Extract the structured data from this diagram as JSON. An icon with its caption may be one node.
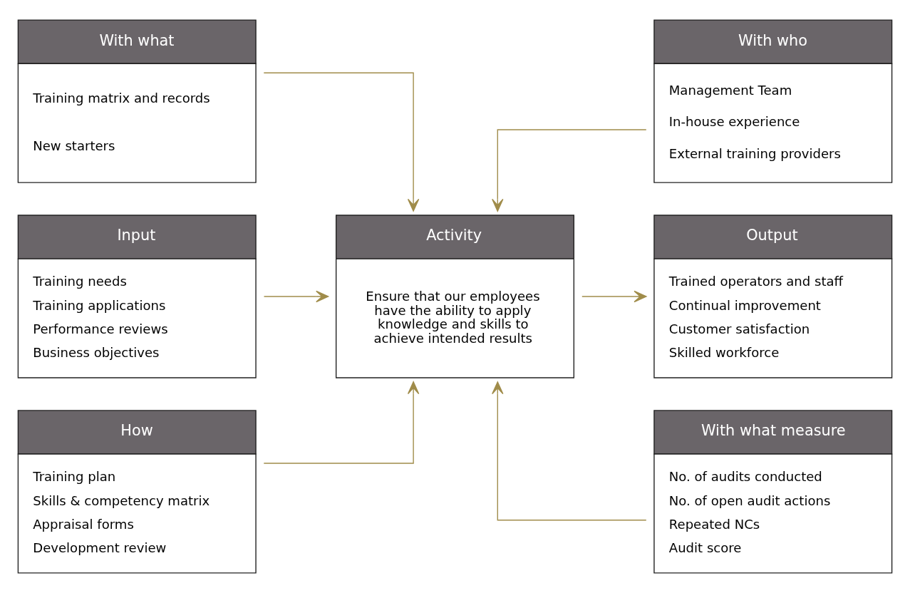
{
  "diagram": {
    "nodes": [
      {
        "text": [
          "With what",
          "Training matrix and records",
          "New starters"
        ]
      },
      {
        "text": [
          "With who",
          "Management Team",
          "In-house experience",
          "External training providers"
        ]
      },
      {
        "text": [
          "Input",
          "Training needs",
          "Training applications",
          "Performance reviews",
          "Business objectives"
        ]
      },
      {
        "text": [
          "Activity",
          "Ensure that our employees have the ability to apply knowledge and skills to achieve intended results"
        ]
      },
      {
        "text": [
          "Output",
          "Trained operators and staff",
          "Continual improvement",
          "Customer satisfaction",
          "Skilled workforce"
        ]
      },
      {
        "text": [
          "How",
          "Training plan",
          "Skills & competency matrix",
          "Appraisal forms",
          "Development review"
        ]
      },
      {
        "text": [
          "With what measure",
          "No. of audits conducted",
          "No. of open audit actions",
          "Repeated NCs",
          "Audit score"
        ]
      }
    ],
    "edges": [
      {
        "from": 0,
        "to": 3,
        "arrow": "to"
      },
      {
        "from": 1,
        "to": 3,
        "arrow": "to"
      },
      {
        "from": 2,
        "to": 3,
        "arrow": "to"
      },
      {
        "from": 3,
        "to": 4,
        "arrow": "to"
      },
      {
        "from": 5,
        "to": 3,
        "arrow": "to"
      },
      {
        "from": 6,
        "to": 3,
        "arrow": "to"
      }
    ]
  }
}
